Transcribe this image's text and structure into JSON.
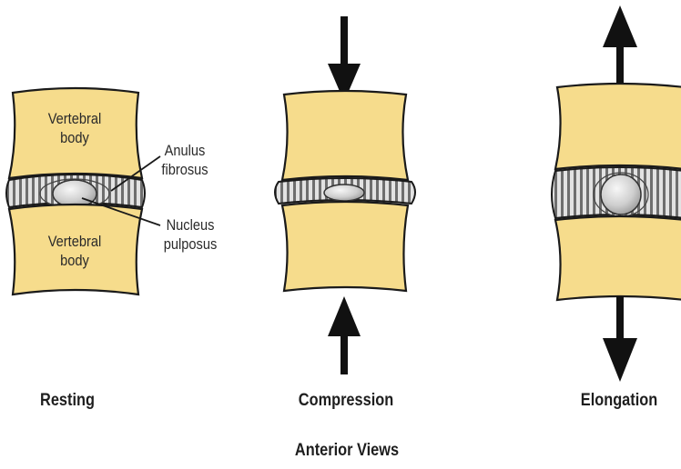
{
  "labels": {
    "vertebral_body_top": "Vertebral body",
    "vertebral_body_bottom": "Vertebral body",
    "anulus_fibrosus": "Anulus fibrosus",
    "nucleus_pulposus": "Nucleus pulposus"
  },
  "captions": {
    "resting": "Resting",
    "compression": "Compression",
    "elongation": "Elongation",
    "views": "Anterior Views"
  },
  "colors": {
    "bone_fill": "#f6dc8c",
    "bone_outline": "#1a1a1a",
    "disc_dark": "#8a8a8a",
    "disc_light": "#e6e6e6",
    "nucleus": "#c8c8c8",
    "arrow": "#111111"
  }
}
